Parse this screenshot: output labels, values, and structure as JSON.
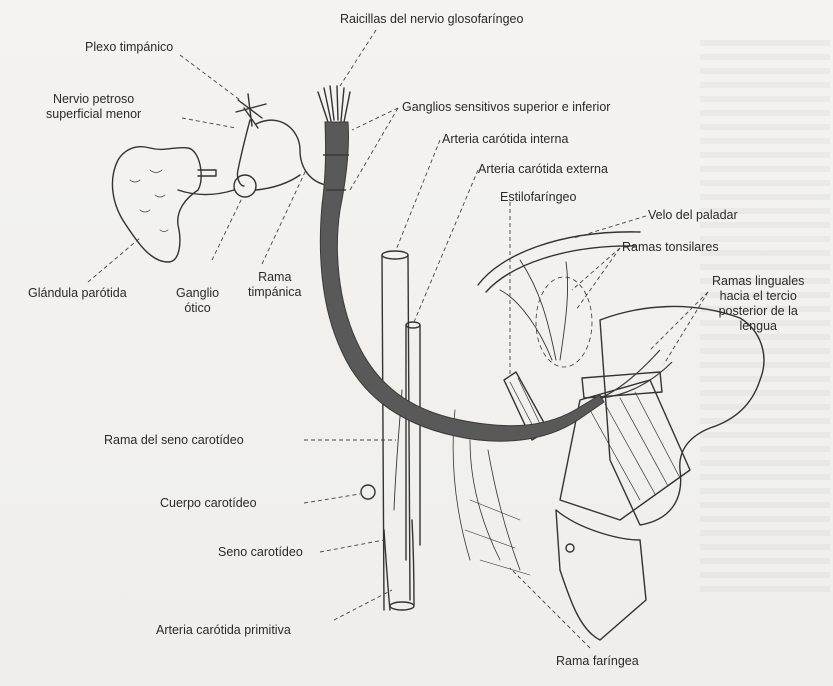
{
  "labels": {
    "raicillas": "Raicillas del nervio glosofaríngeo",
    "plexo": "Plexo timpánico",
    "petroso": "Nervio petroso\nsuperficial menor",
    "ganglios": "Ganglios sensitivos superior e inferior",
    "carotida_interna": "Arteria carótida interna",
    "carotida_externa": "Arteria carótida externa",
    "estilofaringeo": "Estilofaríngeo",
    "velo": "Velo del paladar",
    "tonsilares": "Ramas tonsilares",
    "linguales": "Ramas linguales\nhacia el tercio\nposterior de la\nlengua",
    "parotida": "Glándula parótida",
    "otico": "Ganglio\nótico",
    "timpanica": "Rama\ntimpánica",
    "seno_rama": "Rama del seno carotídeo",
    "cuerpo": "Cuerpo carotídeo",
    "seno": "Seno carotídeo",
    "primitiva": "Arteria carótida primitiva",
    "faringea": "Rama faríngea"
  }
}
